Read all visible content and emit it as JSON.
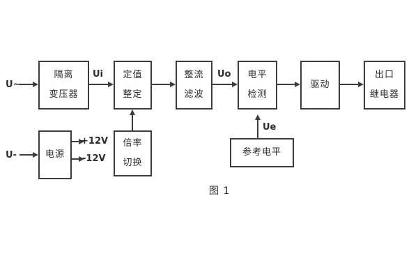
{
  "figure": {
    "caption": "图 1",
    "io_labels": {
      "ac_input": "U~",
      "ui": "Ui",
      "uo": "Uo",
      "dc_input": "U-",
      "plus_12v": "+12V",
      "minus_12v": "-12V",
      "ue": "Ue"
    },
    "blocks": {
      "isolation_transformer": {
        "line1": "隔离",
        "line2": "变压器"
      },
      "value_setting": {
        "line1": "定值",
        "line2": "整定"
      },
      "rectify_filter": {
        "line1": "整流",
        "line2": "滤波"
      },
      "level_detection": {
        "line1": "电平",
        "line2": "检测"
      },
      "drive": {
        "line1": "驱动"
      },
      "output_relay": {
        "line1": "出口",
        "line2": "继电器"
      },
      "power_supply": {
        "line1": "电源"
      },
      "ratio_switch": {
        "line1": "倍率",
        "line2": "切换"
      },
      "reference_level": {
        "line1": "参考电平"
      }
    },
    "colors": {
      "line": "#3c3c3c",
      "text": "#2c2c2c",
      "background": "#ffffff"
    }
  }
}
